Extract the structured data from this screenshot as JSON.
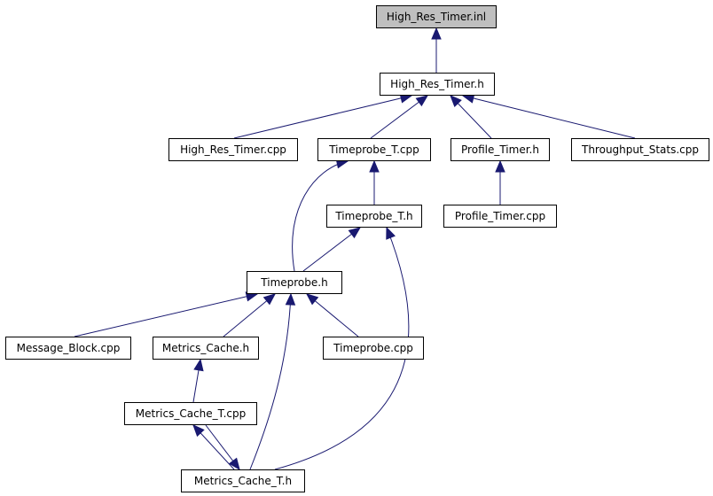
{
  "graph": {
    "nodes": {
      "high_res_timer_inl": "High_Res_Timer.inl",
      "high_res_timer_h": "High_Res_Timer.h",
      "high_res_timer_cpp": "High_Res_Timer.cpp",
      "timeprobe_t_cpp": "Timeprobe_T.cpp",
      "profile_timer_h": "Profile_Timer.h",
      "throughput_stats_cpp": "Throughput_Stats.cpp",
      "timeprobe_t_h": "Timeprobe_T.h",
      "profile_timer_cpp": "Profile_Timer.cpp",
      "timeprobe_h": "Timeprobe.h",
      "message_block_cpp": "Message_Block.cpp",
      "metrics_cache_h": "Metrics_Cache.h",
      "timeprobe_cpp": "Timeprobe.cpp",
      "metrics_cache_t_cpp": "Metrics_Cache_T.cpp",
      "metrics_cache_t_h": "Metrics_Cache_T.h"
    },
    "edges": [
      {
        "from": "high_res_timer_h",
        "to": "high_res_timer_inl"
      },
      {
        "from": "high_res_timer_cpp",
        "to": "high_res_timer_h"
      },
      {
        "from": "timeprobe_t_cpp",
        "to": "high_res_timer_h"
      },
      {
        "from": "profile_timer_h",
        "to": "high_res_timer_h"
      },
      {
        "from": "throughput_stats_cpp",
        "to": "high_res_timer_h"
      },
      {
        "from": "timeprobe_t_h",
        "to": "timeprobe_t_cpp"
      },
      {
        "from": "profile_timer_cpp",
        "to": "profile_timer_h"
      },
      {
        "from": "timeprobe_h",
        "to": "timeprobe_t_cpp"
      },
      {
        "from": "timeprobe_h",
        "to": "timeprobe_t_h"
      },
      {
        "from": "metrics_cache_t_h",
        "to": "timeprobe_t_h"
      },
      {
        "from": "message_block_cpp",
        "to": "timeprobe_h"
      },
      {
        "from": "metrics_cache_h",
        "to": "timeprobe_h"
      },
      {
        "from": "timeprobe_cpp",
        "to": "timeprobe_h"
      },
      {
        "from": "metrics_cache_t_h",
        "to": "timeprobe_h"
      },
      {
        "from": "metrics_cache_t_cpp",
        "to": "metrics_cache_h"
      },
      {
        "from": "metrics_cache_t_h",
        "to": "metrics_cache_t_cpp"
      },
      {
        "from": "metrics_cache_t_cpp",
        "to": "metrics_cache_t_h"
      }
    ]
  }
}
